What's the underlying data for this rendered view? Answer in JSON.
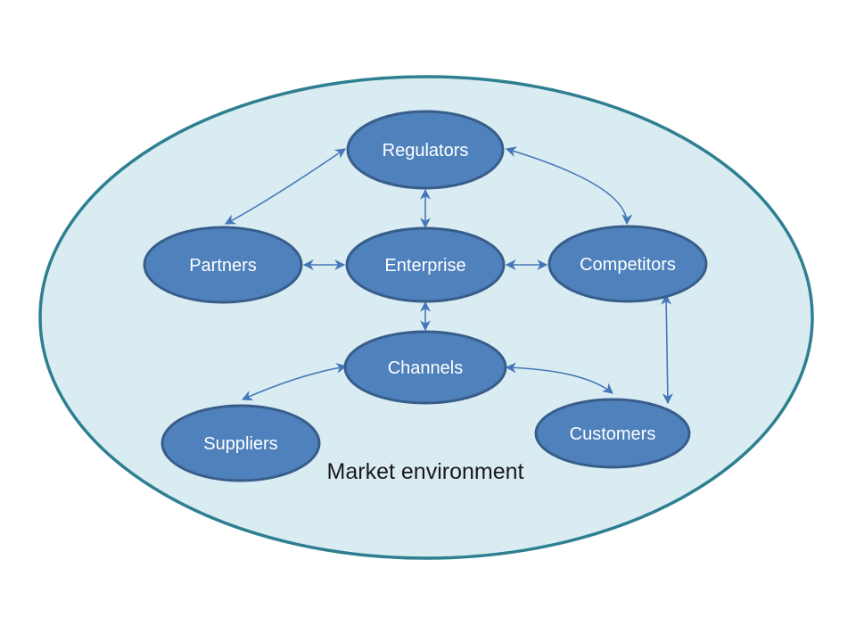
{
  "environment": {
    "label": "Market environment"
  },
  "nodes": [
    {
      "id": "regulators",
      "label": "Regulators"
    },
    {
      "id": "partners",
      "label": "Partners"
    },
    {
      "id": "enterprise",
      "label": "Enterprise"
    },
    {
      "id": "competitors",
      "label": "Competitors"
    },
    {
      "id": "channels",
      "label": "Channels"
    },
    {
      "id": "suppliers",
      "label": "Suppliers"
    },
    {
      "id": "customers",
      "label": "Customers"
    }
  ],
  "connections": [
    {
      "from": "Regulators",
      "to": "Partners",
      "bidirectional": true
    },
    {
      "from": "Regulators",
      "to": "Enterprise",
      "bidirectional": true
    },
    {
      "from": "Regulators",
      "to": "Competitors",
      "bidirectional": true
    },
    {
      "from": "Partners",
      "to": "Enterprise",
      "bidirectional": true
    },
    {
      "from": "Enterprise",
      "to": "Competitors",
      "bidirectional": true
    },
    {
      "from": "Enterprise",
      "to": "Channels",
      "bidirectional": true
    },
    {
      "from": "Channels",
      "to": "Suppliers",
      "bidirectional": true
    },
    {
      "from": "Channels",
      "to": "Customers",
      "bidirectional": true
    },
    {
      "from": "Competitors",
      "to": "Customers",
      "bidirectional": true
    }
  ],
  "colors": {
    "environment_fill": "#d9ecf2",
    "environment_border": "#2e7f91",
    "environment_text": "#1a1a1a",
    "node_fill": "#4f81bd",
    "node_border": "#385d8a",
    "node_text": "#ffffff",
    "connector": "#4576b9",
    "page_background": "#ffffff"
  }
}
